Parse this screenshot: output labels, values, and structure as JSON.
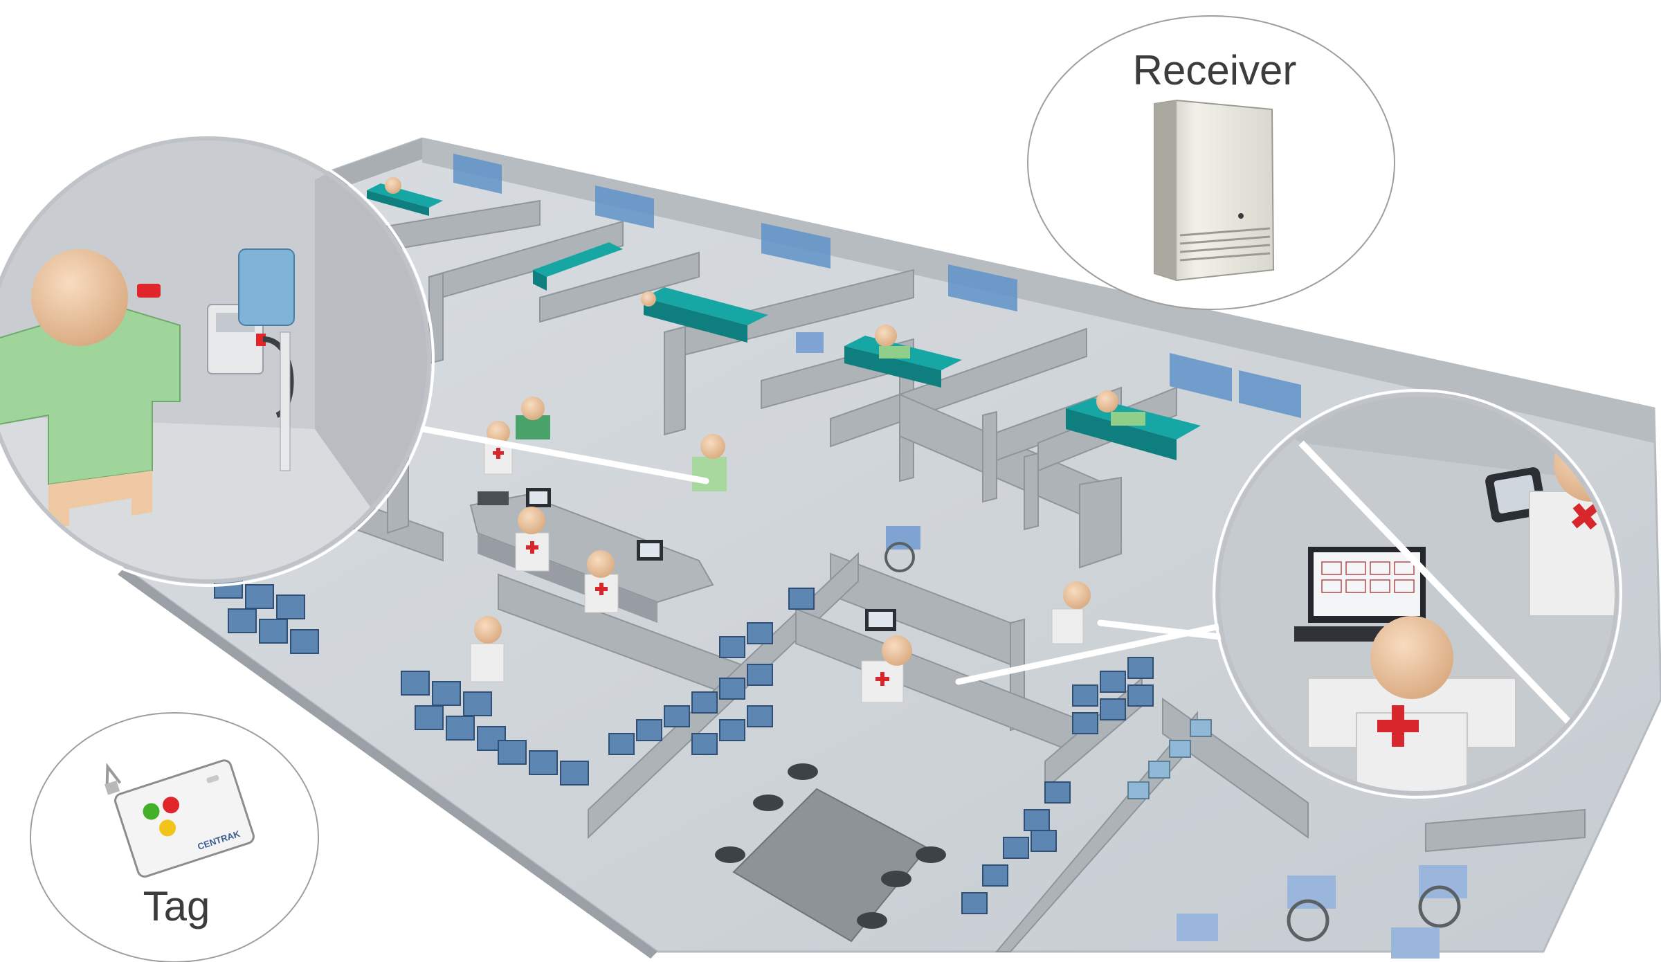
{
  "labels": {
    "receiver": "Receiver",
    "tag": "Tag"
  },
  "device_branding": {
    "tag_logo_text": "CENTRAK"
  },
  "colors": {
    "floor": "#cdd3d8",
    "wall": "#aeb3b7",
    "wall_light": "#c3c8cc",
    "bed_teal": "#16a6a4",
    "tag_green": "#43b02a",
    "tag_red": "#e0262a",
    "tag_yellow": "#f2c31b",
    "patient_green": "#8fcf8a",
    "staff_white": "#eeeeee",
    "cross_red": "#d7262c",
    "skin": "#efc8a4",
    "receiver_body": "#e8e8e0"
  },
  "icons": [
    "receiver-device-icon",
    "badge-tag-icon",
    "hospital-bed-icon",
    "wheelchair-icon",
    "computer-monitor-icon",
    "person-figure-icon",
    "tablet-icon"
  ]
}
